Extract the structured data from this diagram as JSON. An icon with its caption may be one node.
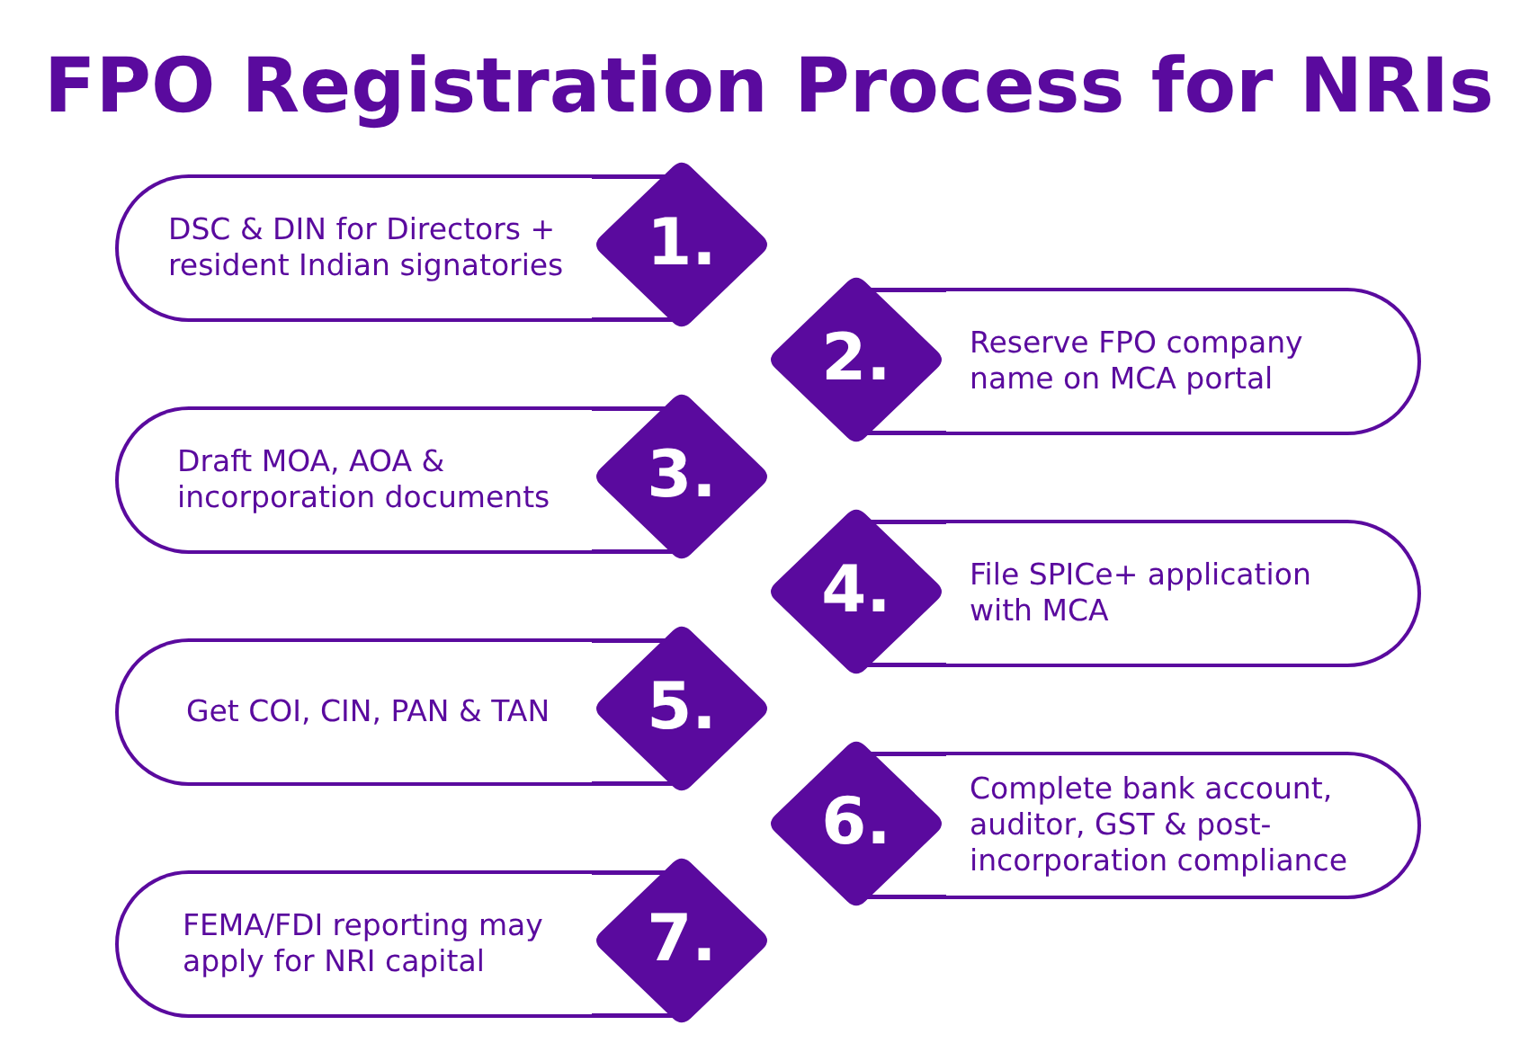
{
  "diagram": {
    "title": "FPO Registration Process for NRIs",
    "nodes": [
      {
        "text": [
          "DSC & DIN for Directors + resident Indian signatories"
        ]
      },
      {
        "text": [
          "1."
        ]
      },
      {
        "text": [
          "2."
        ]
      },
      {
        "text": [
          "Reserve FPO company name on MCA portal"
        ]
      },
      {
        "text": [
          "Draft MOA, AOA & incorporation documents"
        ]
      },
      {
        "text": [
          "3."
        ]
      },
      {
        "text": [
          "4."
        ]
      },
      {
        "text": [
          "File SPICe+ application with MCA"
        ]
      },
      {
        "text": [
          "Get COI, CIN, PAN & TAN"
        ]
      },
      {
        "text": [
          "5."
        ]
      },
      {
        "text": [
          "6."
        ]
      },
      {
        "text": [
          "Complete bank account, auditor, GST & post-incorporation compliance"
        ]
      },
      {
        "text": [
          "FEMA/FDI reporting may apply for NRI capital"
        ]
      },
      {
        "text": [
          "7."
        ]
      }
    ]
  }
}
